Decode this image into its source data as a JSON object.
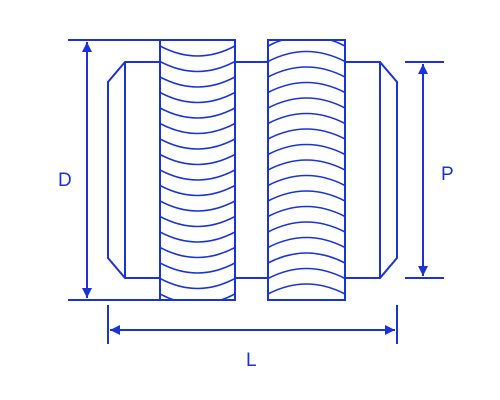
{
  "colors": {
    "stroke": "#1a33d6",
    "background": "#ffffff"
  },
  "labels": {
    "d": "D",
    "p": "P",
    "l": "L"
  }
}
